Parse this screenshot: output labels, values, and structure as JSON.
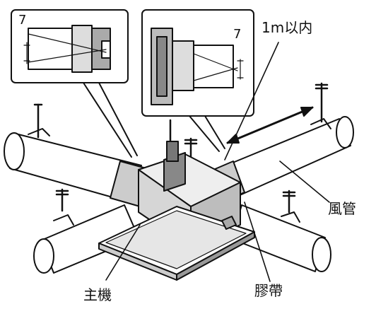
{
  "labels": {
    "distance": "1m以内",
    "duct": "風管",
    "main_unit": "主機",
    "tape": "膠帶"
  },
  "detail_marks": {
    "left": "7",
    "right": "7"
  },
  "colors": {
    "line": "#111111",
    "fill": "#ffffff",
    "shade": "#c8c8c8",
    "dark": "#6a6a6a"
  }
}
